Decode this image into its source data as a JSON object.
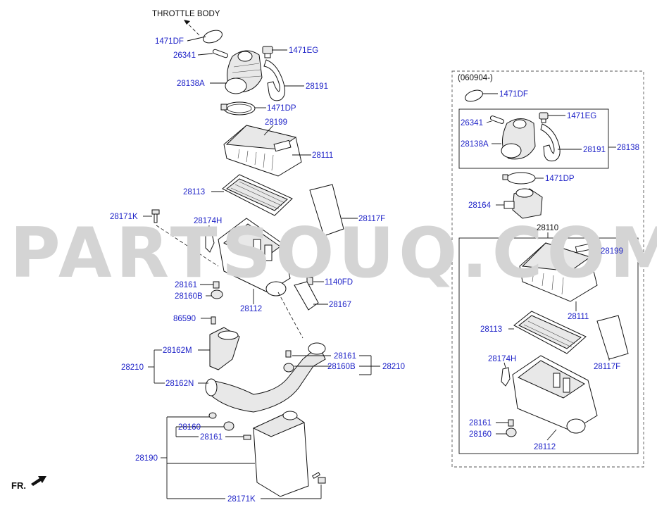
{
  "watermark": "PARTSOUQ.COM",
  "headers": {
    "throttle_body": "THROTTLE BODY",
    "variant_code": "(060904-)",
    "front_marker": "FR."
  },
  "labels": {
    "l1471DF": "1471DF",
    "l26341": "26341",
    "l1471EG": "1471EG",
    "l28138A": "28138A",
    "l28191": "28191",
    "l1471DP": "1471DP",
    "l28199": "28199",
    "l28111": "28111",
    "l28113": "28113",
    "l28117F": "28117F",
    "l28171K_top": "28171K",
    "l28174H": "28174H",
    "l28161_a": "28161",
    "l1140FD": "1140FD",
    "l28160B_a": "28160B",
    "l28112": "28112",
    "l28167": "28167",
    "l86590": "86590",
    "l28162M": "28162M",
    "l28210_l": "28210",
    "l28162N": "28162N",
    "l28161_r": "28161",
    "l28160B_r": "28160B",
    "l28210_r": "28210",
    "l28160_b": "28160",
    "l28161_b": "28161",
    "l28190": "28190",
    "l28171K_bot": "28171K",
    "r1471DF": "1471DF",
    "r26341": "26341",
    "r1471EG": "1471EG",
    "r28138A": "28138A",
    "r28191": "28191",
    "r28138": "28138",
    "r1471DP": "1471DP",
    "r28164": "28164",
    "r28110": "28110",
    "r28199": "28199",
    "r28111": "28111",
    "r28113": "28113",
    "r28117F": "28117F",
    "r28174H": "28174H",
    "r28161": "28161",
    "r28160": "28160",
    "r28112": "28112"
  },
  "colors": {
    "label": "#1f23c8",
    "line": "#111111",
    "watermark": "#d4d4d4"
  },
  "icons": {
    "front_arrow": "arrow-icon"
  }
}
